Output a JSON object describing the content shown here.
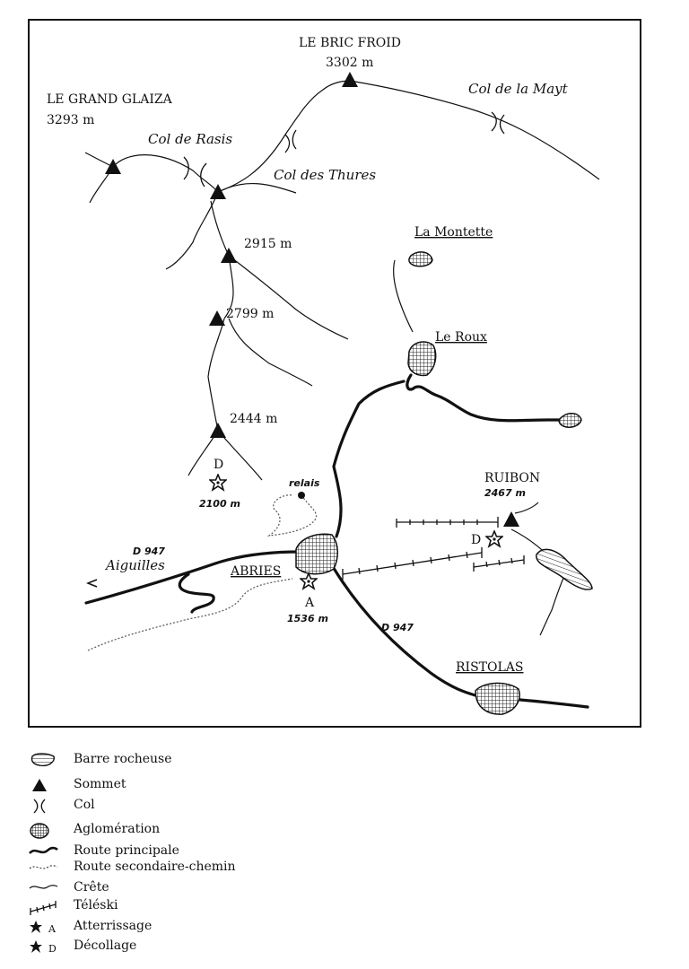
{
  "peaks": {
    "bric_froid": {
      "name": "LE BRIC FROID",
      "alt": "3302 m"
    },
    "grand_glaiza": {
      "name": "LE GRAND GLAIZA",
      "alt": "3293 m"
    },
    "p2915": "2915 m",
    "p2799": "2799 m",
    "p2444": "2444 m",
    "ruibon": {
      "name": "RUIBON",
      "alt": "2467 m"
    }
  },
  "cols": {
    "rasis": "Col de Rasis",
    "thures": "Col des Thures",
    "mayt": "Col de la Mayt"
  },
  "places": {
    "montette": "La Montette",
    "roux": "Le Roux",
    "abries": "ABRIES",
    "ristolas": "RISTOLAS",
    "aiguilles": "Aiguilles",
    "relais": "relais"
  },
  "roads": {
    "d947_left": "D 947",
    "d947_right": "D 947"
  },
  "sites": {
    "takeoff_top": {
      "letter": "D",
      "alt": "2100 m"
    },
    "landing": {
      "letter": "A",
      "alt": "1536 m"
    },
    "takeoff_right": {
      "letter": "D"
    }
  },
  "legend": [
    {
      "icon": "rock-bar-icon",
      "label": "Barre rocheuse"
    },
    {
      "icon": "summit-icon",
      "label": "Sommet"
    },
    {
      "icon": "col-icon",
      "label": "Col"
    },
    {
      "icon": "town-icon",
      "label": "Aglomération"
    },
    {
      "icon": "main-road-icon",
      "label": "Route principale"
    },
    {
      "icon": "secondary-road-icon",
      "label": "Route secondaire-chemin"
    },
    {
      "icon": "ridge-icon",
      "label": "Crête"
    },
    {
      "icon": "ski-lift-icon",
      "label": "Téléski"
    },
    {
      "icon": "landing-icon",
      "label": "Atterrissage",
      "letter": "A"
    },
    {
      "icon": "takeoff-icon",
      "label": "Décollage",
      "letter": "D"
    }
  ]
}
